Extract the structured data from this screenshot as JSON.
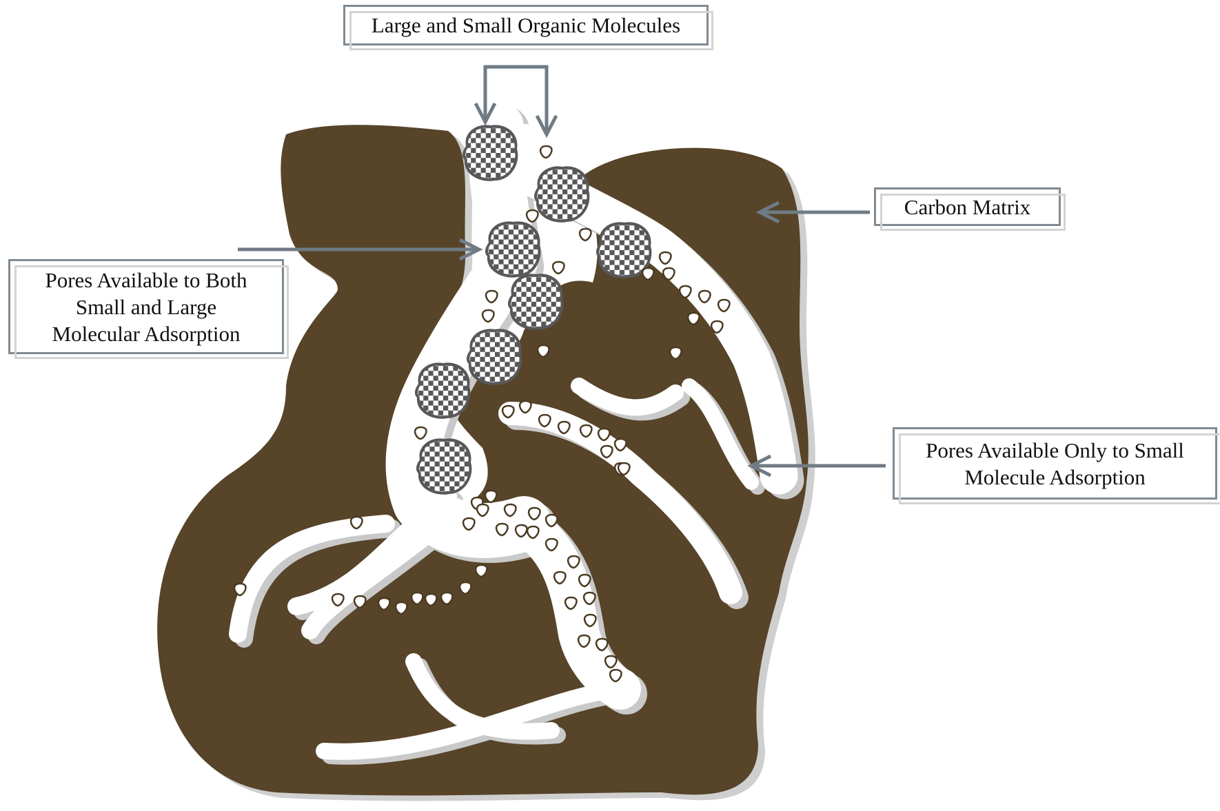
{
  "labels": {
    "molecules": "Large and Small Organic Molecules",
    "matrix": "Carbon Matrix",
    "both_pores": "Pores Available to Both Small and Large Molecular Adsorption",
    "small_pores": "Pores Available Only to Small Molecule Adsorption"
  },
  "colors": {
    "carbon_matrix": "#574429",
    "pore_shadow": "#c9c9c9",
    "arrow": "#6f7b85",
    "large_molecule": "#595959",
    "small_molecule_outline": "#4a3a22"
  },
  "icons": {
    "large_molecule": "checkered-cluster-icon",
    "small_molecule": "rounded-triangle-icon"
  }
}
